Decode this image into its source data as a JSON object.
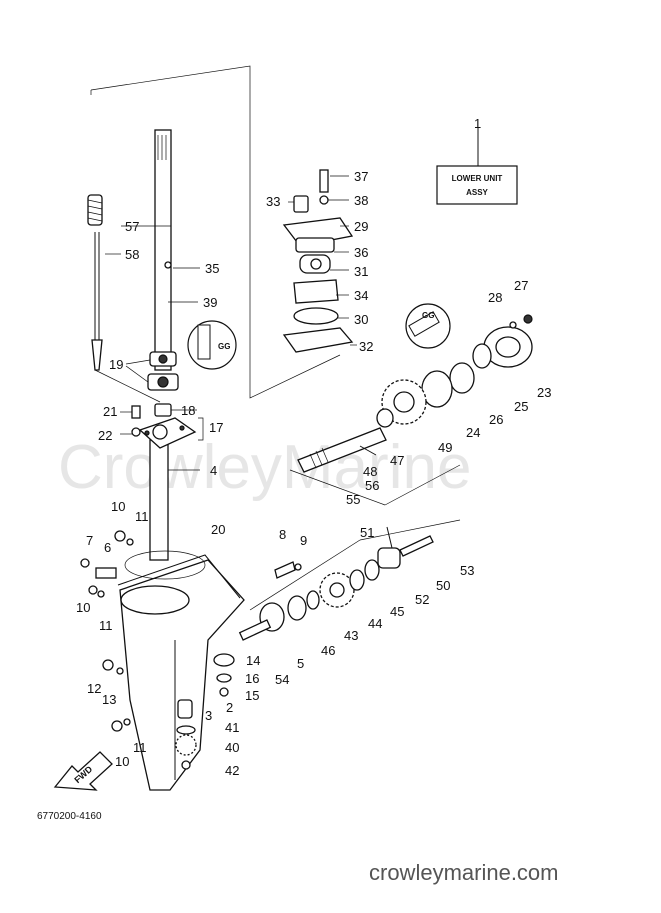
{
  "diagram_code": "6770200-4160",
  "watermark": "CrowleyMarine",
  "site": "crowleymarine.com",
  "fwd_label": "FWD",
  "kit_box": {
    "line1": "LOWER UNIT",
    "line2": "ASSY"
  },
  "sealant_label": "GG",
  "callouts": [
    {
      "id": "c1",
      "label": "1"
    },
    {
      "id": "c2",
      "label": "2"
    },
    {
      "id": "c3",
      "label": "3"
    },
    {
      "id": "c4",
      "label": "4"
    },
    {
      "id": "c5",
      "label": "5"
    },
    {
      "id": "c6",
      "label": "6"
    },
    {
      "id": "c7",
      "label": "7"
    },
    {
      "id": "c8",
      "label": "8"
    },
    {
      "id": "c9",
      "label": "9"
    },
    {
      "id": "c10a",
      "label": "10"
    },
    {
      "id": "c10b",
      "label": "10"
    },
    {
      "id": "c10c",
      "label": "10"
    },
    {
      "id": "c11a",
      "label": "11"
    },
    {
      "id": "c11b",
      "label": "11"
    },
    {
      "id": "c11c",
      "label": "11"
    },
    {
      "id": "c12",
      "label": "12"
    },
    {
      "id": "c13",
      "label": "13"
    },
    {
      "id": "c14",
      "label": "14"
    },
    {
      "id": "c15",
      "label": "15"
    },
    {
      "id": "c16",
      "label": "16"
    },
    {
      "id": "c17",
      "label": "17"
    },
    {
      "id": "c18",
      "label": "18"
    },
    {
      "id": "c19",
      "label": "19"
    },
    {
      "id": "c20",
      "label": "20"
    },
    {
      "id": "c21",
      "label": "21"
    },
    {
      "id": "c22",
      "label": "22"
    },
    {
      "id": "c23",
      "label": "23"
    },
    {
      "id": "c24",
      "label": "24"
    },
    {
      "id": "c25",
      "label": "25"
    },
    {
      "id": "c26",
      "label": "26"
    },
    {
      "id": "c27",
      "label": "27"
    },
    {
      "id": "c28",
      "label": "28"
    },
    {
      "id": "c29",
      "label": "29"
    },
    {
      "id": "c30",
      "label": "30"
    },
    {
      "id": "c31",
      "label": "31"
    },
    {
      "id": "c32",
      "label": "32"
    },
    {
      "id": "c33",
      "label": "33"
    },
    {
      "id": "c34",
      "label": "34"
    },
    {
      "id": "c35",
      "label": "35"
    },
    {
      "id": "c36",
      "label": "36"
    },
    {
      "id": "c37",
      "label": "37"
    },
    {
      "id": "c38",
      "label": "38"
    },
    {
      "id": "c39",
      "label": "39"
    },
    {
      "id": "c40",
      "label": "40"
    },
    {
      "id": "c41",
      "label": "41"
    },
    {
      "id": "c42",
      "label": "42"
    },
    {
      "id": "c43",
      "label": "43"
    },
    {
      "id": "c44",
      "label": "44"
    },
    {
      "id": "c45",
      "label": "45"
    },
    {
      "id": "c46",
      "label": "46"
    },
    {
      "id": "c47",
      "label": "47"
    },
    {
      "id": "c48",
      "label": "48"
    },
    {
      "id": "c49",
      "label": "49"
    },
    {
      "id": "c50",
      "label": "50"
    },
    {
      "id": "c51",
      "label": "51"
    },
    {
      "id": "c52",
      "label": "52"
    },
    {
      "id": "c53",
      "label": "53"
    },
    {
      "id": "c54",
      "label": "54"
    },
    {
      "id": "c55",
      "label": "55"
    },
    {
      "id": "c56",
      "label": "56"
    },
    {
      "id": "c57",
      "label": "57"
    },
    {
      "id": "c58",
      "label": "58"
    }
  ]
}
